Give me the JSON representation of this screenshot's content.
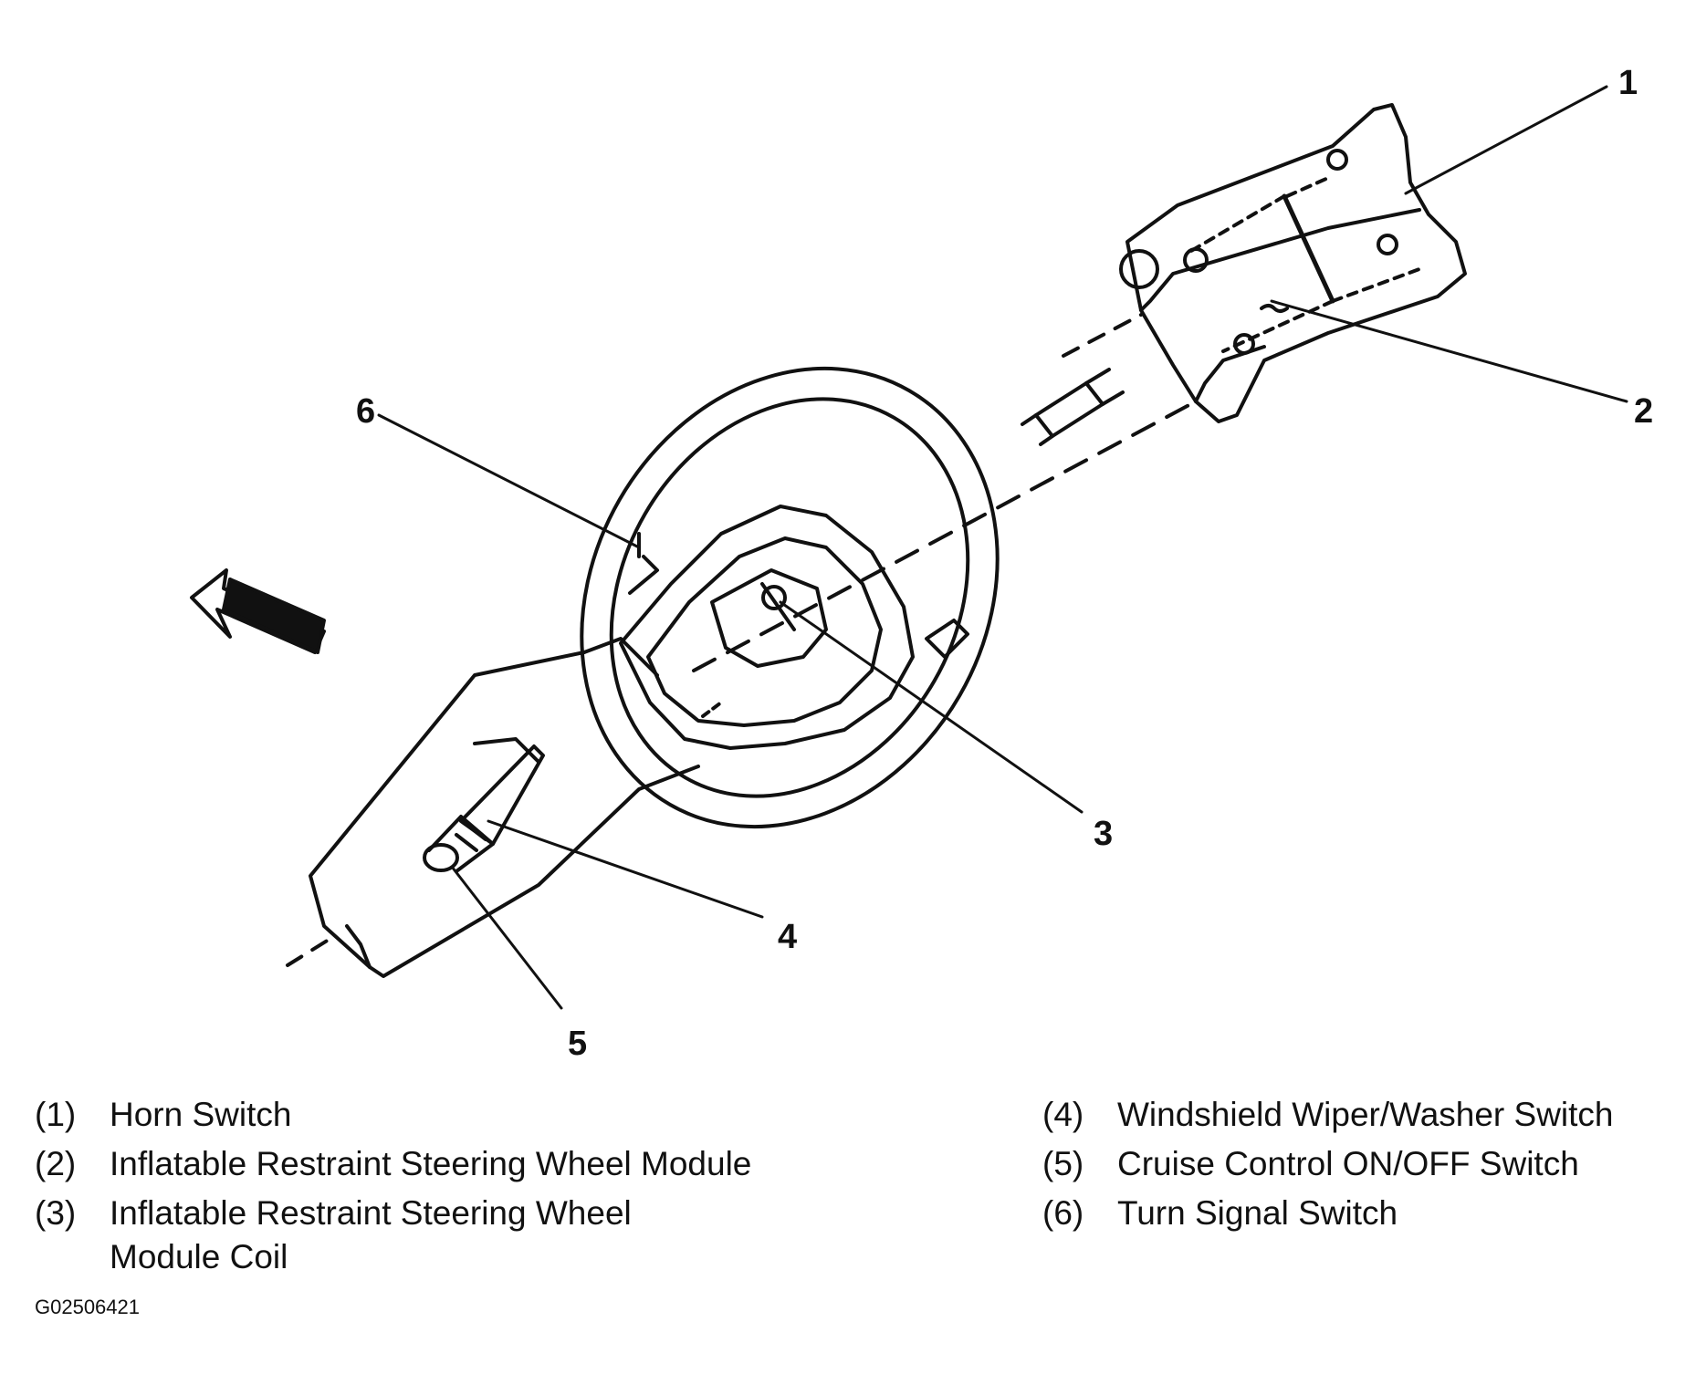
{
  "callouts": [
    "1",
    "2",
    "3",
    "4",
    "5",
    "6"
  ],
  "legend": {
    "left": [
      {
        "num": "(1)",
        "text": "Horn Switch"
      },
      {
        "num": "(2)",
        "text": "Inflatable Restraint Steering Wheel Module"
      },
      {
        "num": "(3)",
        "text": "Inflatable Restraint Steering Wheel Module Coil"
      }
    ],
    "right": [
      {
        "num": "(4)",
        "text": "Windshield Wiper/Washer Switch"
      },
      {
        "num": "(5)",
        "text": "Cruise Control ON/OFF Switch"
      },
      {
        "num": "(6)",
        "text": "Turn Signal Switch"
      }
    ]
  },
  "figure_id": "G02506421"
}
